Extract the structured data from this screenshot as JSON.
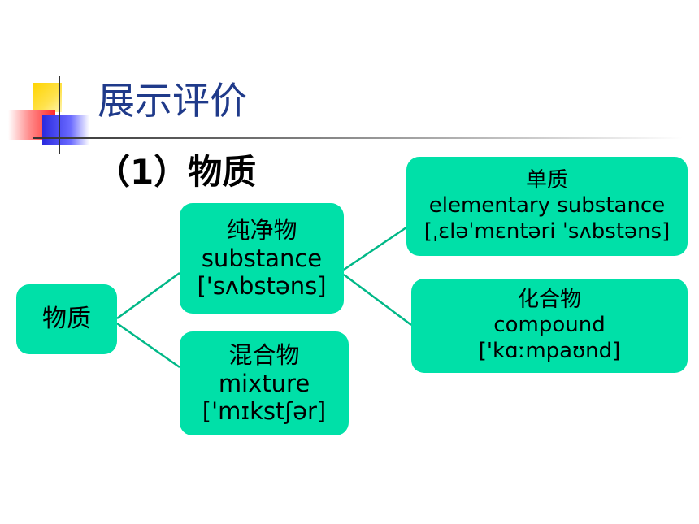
{
  "slide": {
    "title": "展示评价",
    "subtitle": "（1）物质"
  },
  "diagram": {
    "root": {
      "label": "物质"
    },
    "pure_substance": {
      "zh": "纯净物",
      "en": "substance",
      "ipa": "['sʌbstəns]"
    },
    "mixture": {
      "zh": "混合物",
      "en": "mixture",
      "ipa": "['mɪkstʃər]"
    },
    "element": {
      "zh": "单质",
      "en": "elementary substance",
      "ipa": "[ˌɛləˈmɛntəri ˈsʌbstəns]"
    },
    "compound": {
      "zh": "化合物",
      "en": "compound",
      "ipa": "['kɑːmpaʊnd]"
    },
    "colors": {
      "box_fill": "#00e0a8",
      "connector": "#00b887",
      "title": "#1f3a8a"
    }
  }
}
